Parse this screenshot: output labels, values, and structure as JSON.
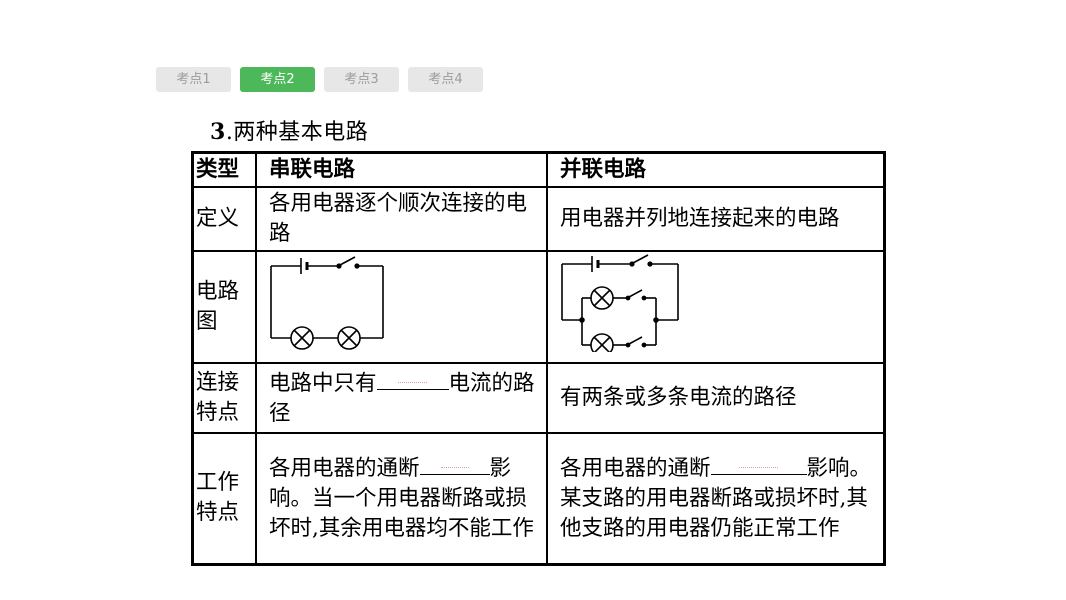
{
  "tabs": [
    {
      "label": "考点1",
      "active": false
    },
    {
      "label": "考点2",
      "active": true
    },
    {
      "label": "考点3",
      "active": false
    },
    {
      "label": "考点4",
      "active": false
    }
  ],
  "heading": {
    "number": "3",
    "title": ".两种基本电路"
  },
  "table": {
    "headers": [
      "类型",
      "串联电路",
      "并联电路"
    ],
    "rows": {
      "definition": {
        "label": "定义",
        "series": "各用电器逐个顺次连接的电路",
        "parallel": "用电器并列地连接起来的电路"
      },
      "diagram": {
        "label_line1": "电路",
        "label_line2": "图"
      },
      "connection": {
        "label_line1": "连接",
        "label_line2": "特点",
        "series_part1": "电路中只有",
        "series_part2": "电流的路径",
        "parallel": "有两条或多条电流的路径"
      },
      "working": {
        "label_line1": "工作",
        "label_line2": "特点",
        "series_part1": "各用电器的通断",
        "series_part2": "影响。当一个用电器断路或损坏时,其余用电器均不能工作",
        "parallel_part1": "各用电器的通断",
        "parallel_part2": "影",
        "parallel_part3": "响。某支路的用电器断路或损坏时,其他支路的用电器仍能正常工作"
      }
    }
  }
}
